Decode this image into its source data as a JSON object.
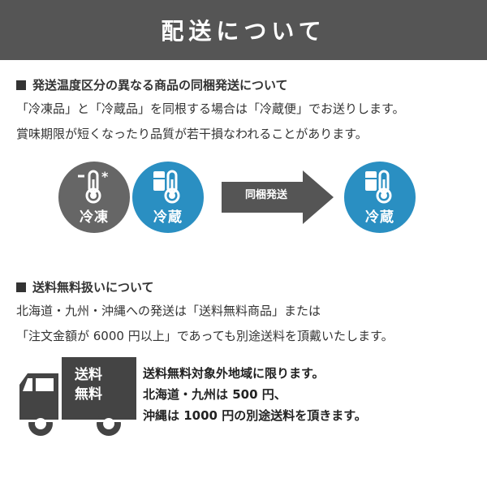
{
  "header": {
    "title": "配送について"
  },
  "section1": {
    "title": "発送温度区分の異なる商品の同梱発送について",
    "line1": "「冷凍品」と「冷蔵品」を同根する場合は「冷蔵便」でお送りします。",
    "line2": "賞味期限が短くなったり品質が若干損なわれることがあります。",
    "frozen_label": "冷凍",
    "chilled_label": "冷蔵",
    "arrow_label": "同梱発送",
    "result_label": "冷蔵"
  },
  "section2": {
    "title": "送料無料扱いについて",
    "line1": "北海道・九州・沖縄への発送は「送料無料商品」または",
    "line2": "「注文金額が 6000 円以上」であっても別途送料を頂戴いたします。",
    "truck_label_1": "送料",
    "truck_label_2": "無料",
    "note1": "送料無料対象外地域に限ります。",
    "note2": "北海道・九州は 500 円、",
    "note3": "沖縄は 1000 円の別途送料を頂きます。"
  },
  "colors": {
    "header_bg": "#555555",
    "frozen": "#666666",
    "chilled": "#2a8fc2",
    "arrow": "#555555",
    "truck": "#444444"
  }
}
